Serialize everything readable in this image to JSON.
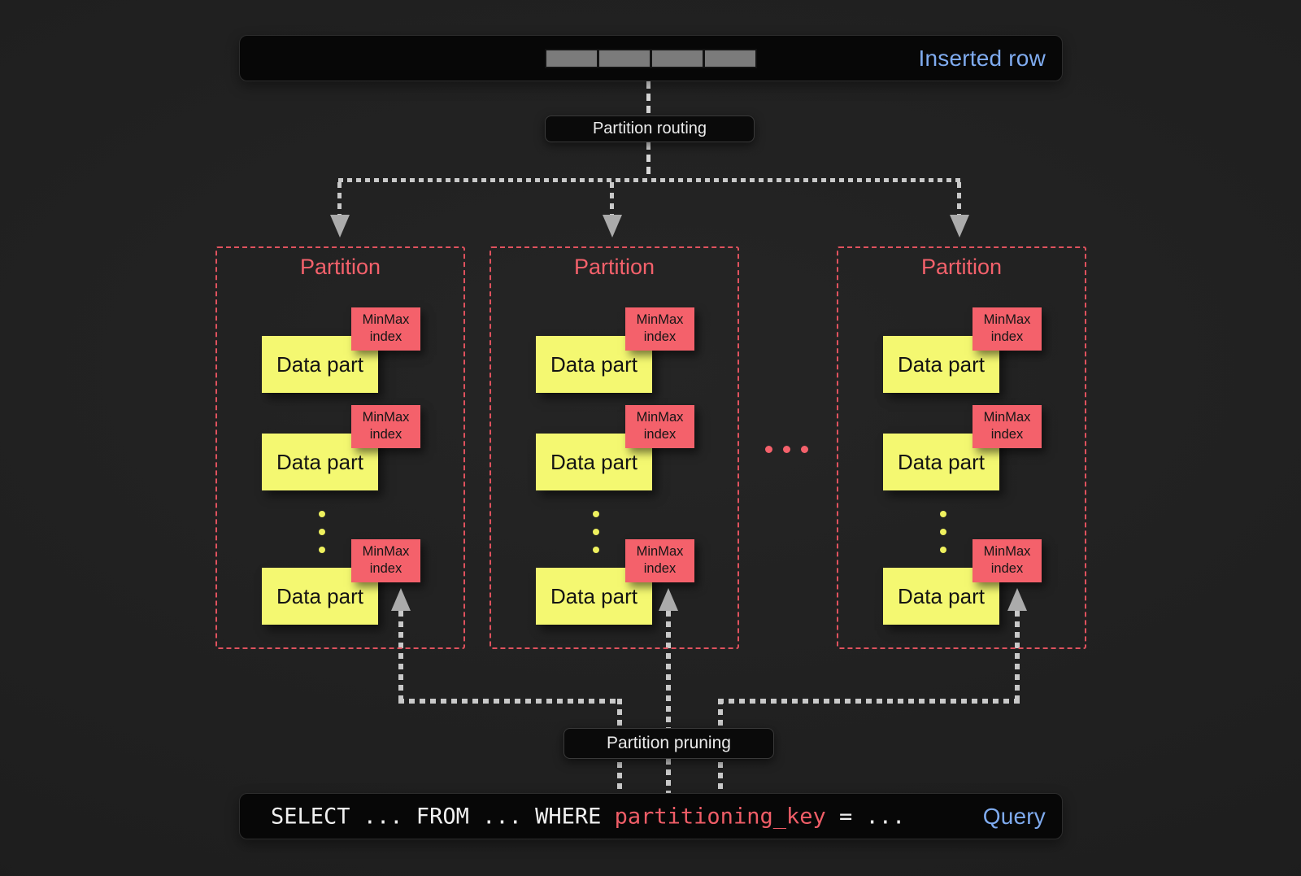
{
  "colors": {
    "background": "#202020",
    "bar_background": "#070707",
    "accent_blue": "#7fabef",
    "accent_coral": "#f4616b",
    "data_part_yellow": "#f4f871",
    "minmax_red": "#f4616b",
    "connector_gray": "#c9c9c9",
    "sql_key_red": "#ef5d67"
  },
  "inserted_row_bar": {
    "label": "Inserted row",
    "segment_count": 4
  },
  "routing_pill": {
    "label": "Partition routing"
  },
  "pruning_pill": {
    "label": "Partition pruning"
  },
  "partitions": [
    {
      "title": "Partition",
      "parts": [
        {
          "label": "Data part",
          "tag": "MinMax index"
        },
        {
          "label": "Data part",
          "tag": "MinMax index"
        },
        {
          "label": "Data part",
          "tag": "MinMax index"
        }
      ]
    },
    {
      "title": "Partition",
      "parts": [
        {
          "label": "Data part",
          "tag": "MinMax index"
        },
        {
          "label": "Data part",
          "tag": "MinMax index"
        },
        {
          "label": "Data part",
          "tag": "MinMax index"
        }
      ]
    },
    {
      "title": "Partition",
      "parts": [
        {
          "label": "Data part",
          "tag": "MinMax index"
        },
        {
          "label": "Data part",
          "tag": "MinMax index"
        },
        {
          "label": "Data part",
          "tag": "MinMax index"
        }
      ]
    }
  ],
  "query_bar": {
    "sql_prefix": "SELECT ... FROM ... WHERE ",
    "sql_key": "partitioning_key",
    "sql_suffix": " = ...",
    "label": "Query"
  }
}
